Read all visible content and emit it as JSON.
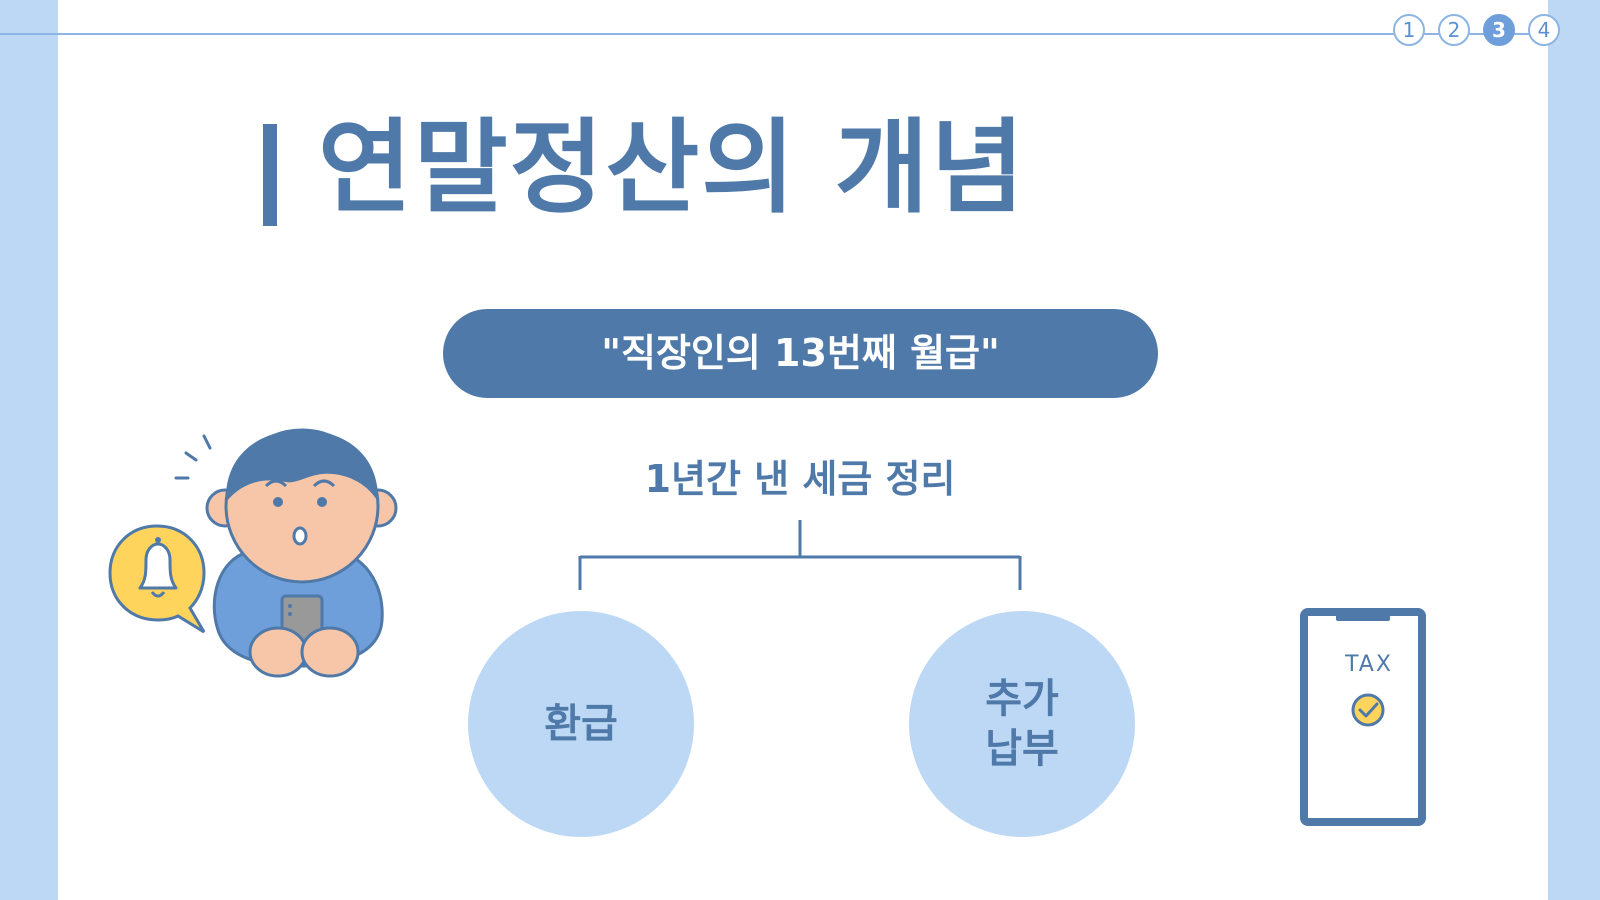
{
  "progress": {
    "steps": [
      "1",
      "2",
      "3",
      "4"
    ],
    "current": 3
  },
  "title": "연말정산의 개념",
  "highlight": "\"직장인의 13번째 월급\"",
  "diagram": {
    "root": "1년간 낸 세금 정리",
    "left": "환급",
    "right": "추가 납부"
  },
  "phone": {
    "label": "TAX"
  },
  "colors": {
    "primary": "#4f79a8",
    "light_blue": "#bcd8f5",
    "accent_yellow": "#ffd45c"
  },
  "icons": [
    "bell-icon",
    "person-illustration",
    "phone-tax-icon",
    "check-icon"
  ]
}
